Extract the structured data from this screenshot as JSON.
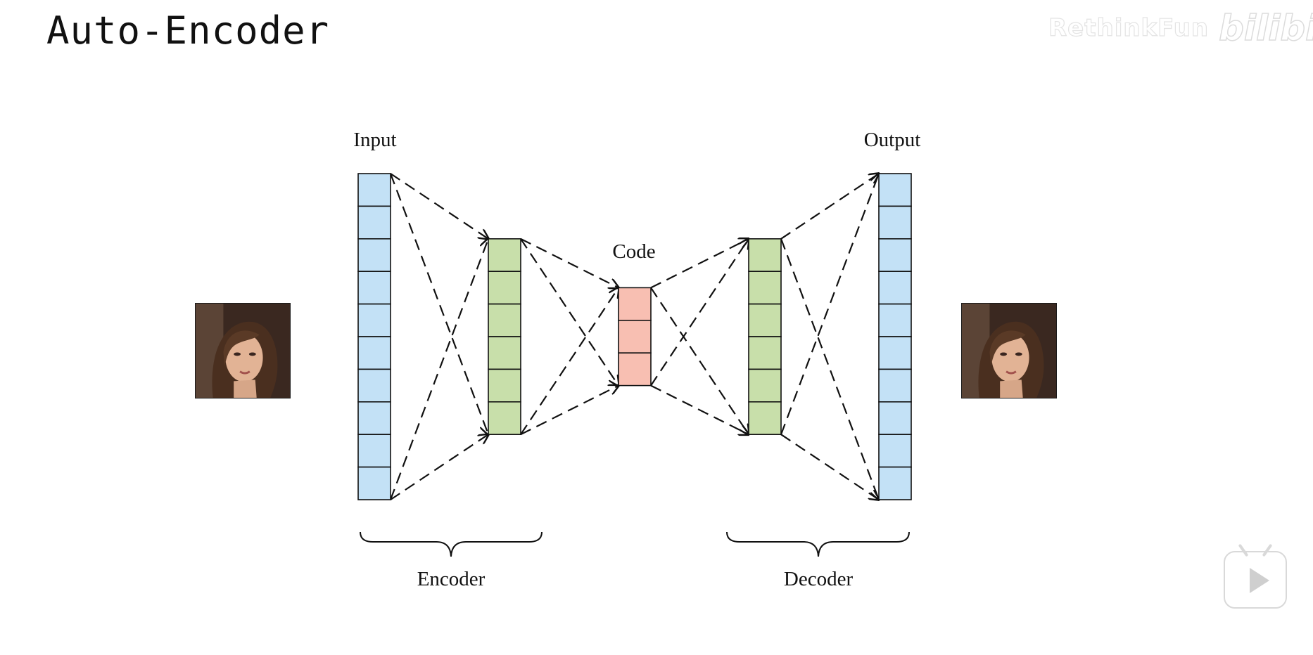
{
  "slide": {
    "title": "Auto-Encoder"
  },
  "watermark": {
    "channel": "RethinkFun",
    "logo": "bilibili"
  },
  "diagram": {
    "labels": {
      "input": "Input",
      "output": "Output",
      "code": "Code",
      "encoder": "Encoder",
      "decoder": "Decoder"
    },
    "layers": [
      {
        "name": "input",
        "units": 10,
        "color": "#c3e1f6"
      },
      {
        "name": "encoder-hidden",
        "units": 6,
        "color": "#c8dfaa"
      },
      {
        "name": "code",
        "units": 3,
        "color": "#f8bfb2"
      },
      {
        "name": "decoder-hidden",
        "units": 6,
        "color": "#c8dfaa"
      },
      {
        "name": "output",
        "units": 10,
        "color": "#c3e1f6"
      }
    ],
    "images": {
      "input_image": "face-photo",
      "output_image": "face-photo"
    }
  },
  "player": {
    "icon": "play-icon"
  }
}
